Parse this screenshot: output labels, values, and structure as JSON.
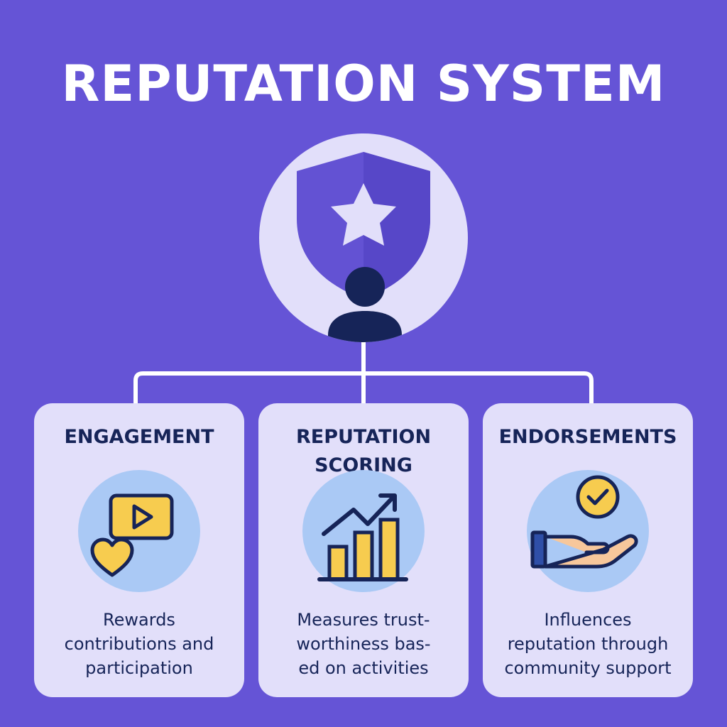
{
  "title": "REPUTATION SYSTEM",
  "hub": {
    "icons": [
      "shield-icon",
      "star-icon",
      "user-icon"
    ]
  },
  "cards": [
    {
      "title_lines": [
        "ENGAGEMENT"
      ],
      "icons": [
        "video-play-icon",
        "heart-icon"
      ],
      "desc_lines": [
        "Rewards",
        "contributions and",
        "participation"
      ]
    },
    {
      "title_lines": [
        "REPUTATION",
        "SCORING"
      ],
      "icons": [
        "growth-chart-icon"
      ],
      "desc_lines": [
        "Measures trust-",
        "worthiness bas-",
        "ed on activities"
      ]
    },
    {
      "title_lines": [
        "ENDORSEMENTS"
      ],
      "icons": [
        "check-circle-icon",
        "open-hand-icon"
      ],
      "desc_lines": [
        "Influences",
        "reputation through",
        "community support"
      ]
    }
  ],
  "colors": {
    "background": "#6554d6",
    "panel": "#e2dffa",
    "icon_circle": "#aac9f5",
    "navy": "#162458",
    "accent_yellow": "#f7cc4f",
    "shield": "#6352d3",
    "white": "#ffffff"
  }
}
